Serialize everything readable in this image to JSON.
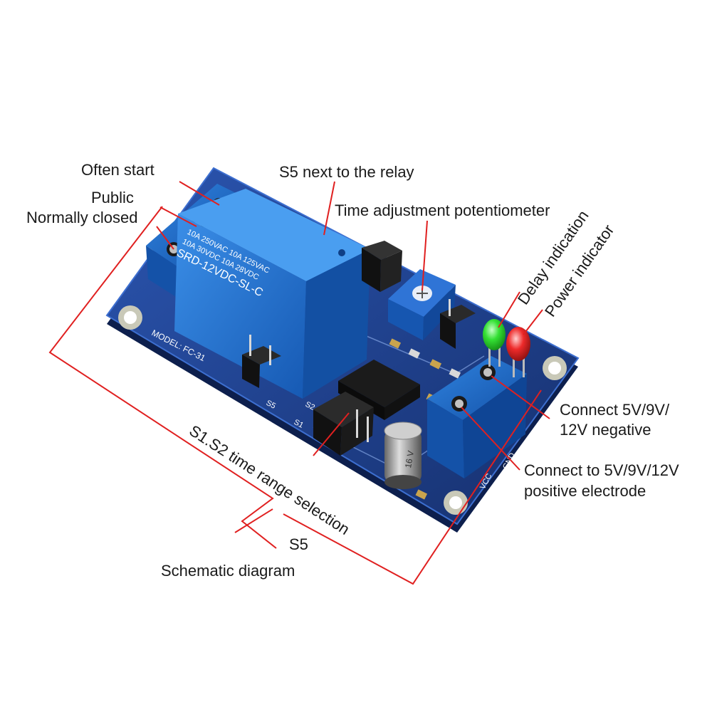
{
  "labels": {
    "often_start": "Often start",
    "public": "Public",
    "normally_closed": "Normally closed",
    "s5_next_to_relay": "S5 next to the relay",
    "time_adjustment": "Time adjustment potentiometer",
    "delay_indication": "Delay indication",
    "power_indicator": "Power indicator",
    "connect_negative_1": "Connect 5V/9V/",
    "connect_negative_2": "12V negative",
    "connect_positive_1": "Connect to 5V/9V/12V",
    "connect_positive_2": "positive electrode",
    "time_range_selection": "S1.S2 time range selection",
    "s5": "S5",
    "schematic_diagram": "Schematic diagram"
  },
  "board_markings": {
    "relay_line1": "10A 250VAC  10A 125VAC",
    "relay_line2": "10A  30VDC  10A  28VDC",
    "relay_model": "SRD-12VDC-SL-C",
    "model": "MODEL: FC-31",
    "cap_text": "16 V",
    "s1": "S1",
    "s2": "S2",
    "s5_silk": "S5",
    "vcc": "VCC",
    "gnd": "GND"
  },
  "colors": {
    "pcb": "#1f3f8f",
    "pcb_edge": "#2a58b8",
    "relay": "#1e6fd0",
    "terminal": "#1a6cc9",
    "leader_line": "#e02020",
    "led_green": "#2fd62f",
    "led_red": "#e12626"
  }
}
